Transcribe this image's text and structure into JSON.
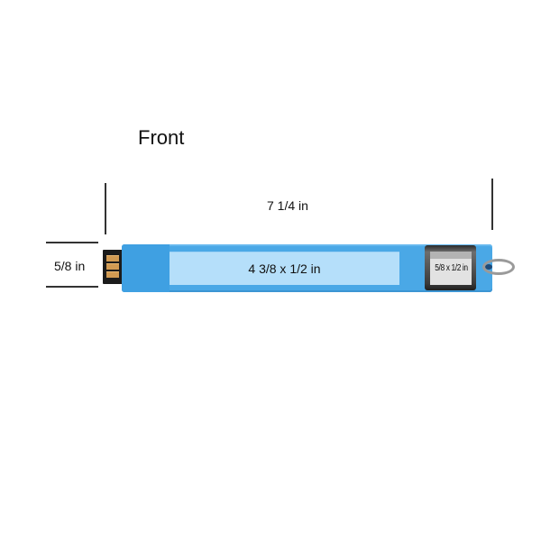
{
  "view_title": "Front",
  "dimensions": {
    "overall_length": "7 1/4 in",
    "height": "5/8 in",
    "label_area": "4 3/8 x 1/2 in",
    "cap_label": "5/8 x 1/2 in"
  },
  "colors": {
    "band": "#4aa8e6",
    "label_area": "#b5dffa",
    "connector_gold": "#d19a52",
    "metal_cap": "#3a3a3a"
  }
}
